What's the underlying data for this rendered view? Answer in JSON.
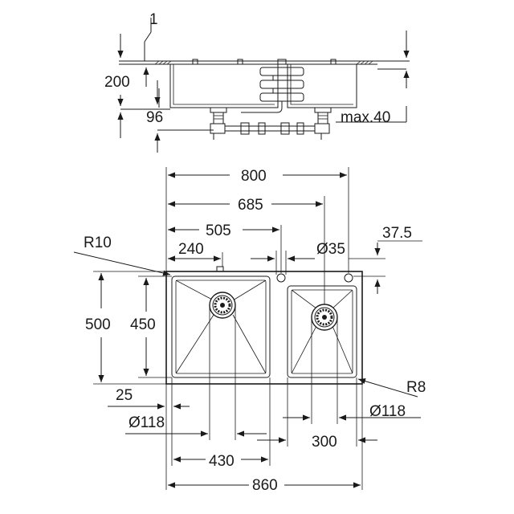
{
  "side_view": {
    "labels": {
      "thickness": "1",
      "depth": "200",
      "drain_depth": "96",
      "max_clearance": "max.40"
    }
  },
  "top_view": {
    "labels": {
      "overall_inner": "800",
      "tap_to_hole": "685",
      "big_bowl_tap": "505",
      "tap_offset": "240",
      "tap_hole": "Ø35",
      "hole_edge": "37.5",
      "radius_big": "R10",
      "height_outer": "500",
      "height_bowl": "450",
      "edge_25": "25",
      "drain_big": "Ø118",
      "radius_small": "R8",
      "drain_small": "Ø118",
      "small_bowl_width": "300",
      "big_bowl_width": "430",
      "overall_width": "860"
    }
  }
}
